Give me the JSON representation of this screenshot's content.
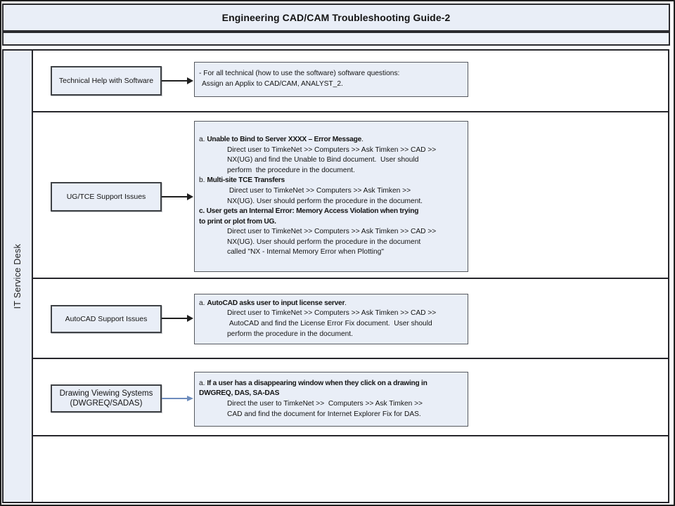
{
  "title": "Engineering CAD/CAM Troubleshooting Guide-2",
  "lane_label": "IT Service Desk",
  "colors": {
    "panel": "#e9eef7",
    "band": "#eef2f9",
    "line": "#26262b",
    "boxborder": "#3f4246",
    "noteborder": "#56595f",
    "arrow": "#1f1f1f",
    "arrowblue": "#6d8cbd",
    "text": "#141414"
  },
  "rows": [
    {
      "id": "technical-help",
      "label": "Technical Help with Software",
      "arrow_color": "black",
      "lines": [
        {
          "i": 0,
          "seg": [
            {
              "t": "- For all technical (how to use the software) software questions:"
            }
          ]
        },
        {
          "i": 1,
          "seg": [
            {
              "t": "Assign an Applix to CAD/CAM, ANALYST_2."
            }
          ]
        }
      ]
    },
    {
      "id": "ug-tce-support",
      "label": "UG/TCE Support Issues",
      "arrow_color": "black",
      "lines": [
        {
          "i": 0,
          "seg": [
            {
              "t": "a. "
            },
            {
              "t": "Unable to Bind to Server XXXX – Error Message",
              "b": true
            },
            {
              "t": "."
            }
          ]
        },
        {
          "i": 2,
          "seg": [
            {
              "t": "Direct user to TimkeNet >> Computers >> Ask Timken >> CAD >>"
            }
          ]
        },
        {
          "i": 2,
          "seg": [
            {
              "t": "NX(UG) and find the Unable to Bind document.  User should"
            }
          ]
        },
        {
          "i": 2,
          "seg": [
            {
              "t": "perform  the procedure in the document."
            }
          ]
        },
        {
          "i": 0,
          "seg": [
            {
              "t": "b. "
            },
            {
              "t": "Multi-site TCE Transfers",
              "b": true
            }
          ]
        },
        {
          "i": 2,
          "seg": [
            {
              "t": " Direct user to TimkeNet >> Computers >> Ask Timken >>"
            }
          ]
        },
        {
          "i": 2,
          "seg": [
            {
              "t": "NX(UG). User should perform the procedure in the document."
            }
          ]
        },
        {
          "i": 0,
          "seg": [
            {
              "t": "c. User gets an Internal Error: Memory Access Violation when trying",
              "b": true
            }
          ]
        },
        {
          "i": 0,
          "seg": [
            {
              "t": "to print or plot from UG.",
              "b": true
            }
          ]
        },
        {
          "i": 2,
          "seg": [
            {
              "t": "Direct user to TimkeNet >> Computers >> Ask Timken >> CAD >>"
            }
          ]
        },
        {
          "i": 2,
          "seg": [
            {
              "t": "NX(UG). User should perform the procedure in the document"
            }
          ]
        },
        {
          "i": 2,
          "seg": [
            {
              "t": "called \"NX - Internal Memory Error when Plotting\""
            }
          ]
        }
      ]
    },
    {
      "id": "autocad-support",
      "label": "AutoCAD Support Issues",
      "arrow_color": "black",
      "lines": [
        {
          "i": 0,
          "seg": [
            {
              "t": "a. "
            },
            {
              "t": "AutoCAD asks user to input license server",
              "b": true
            },
            {
              "t": "."
            }
          ]
        },
        {
          "i": 2,
          "seg": [
            {
              "t": "Direct user to TimkeNet >> Computers >> Ask Timken >> CAD >>"
            }
          ]
        },
        {
          "i": 2,
          "seg": [
            {
              "t": " AutoCAD and find the License Error Fix document.  User should"
            }
          ]
        },
        {
          "i": 2,
          "seg": [
            {
              "t": "perform the procedure in the document."
            }
          ]
        }
      ]
    },
    {
      "id": "drawing-viewing",
      "label": "Drawing Viewing Systems\n(DWGREQ/SADAS)",
      "arrow_color": "blue",
      "lines": [
        {
          "i": 0,
          "seg": [
            {
              "t": "a. "
            },
            {
              "t": "If a user has a disappearing window when they click on a drawing in",
              "b": true
            }
          ]
        },
        {
          "i": 0,
          "seg": [
            {
              "t": "DWGREQ, DAS, SA-DAS",
              "b": true
            }
          ]
        },
        {
          "i": 2,
          "seg": [
            {
              "t": "Direct the user to TimkeNet >>  Computers >> Ask Timken >>"
            }
          ]
        },
        {
          "i": 2,
          "seg": [
            {
              "t": "CAD and find the document for Internet Explorer Fix for DAS."
            }
          ]
        }
      ]
    }
  ]
}
